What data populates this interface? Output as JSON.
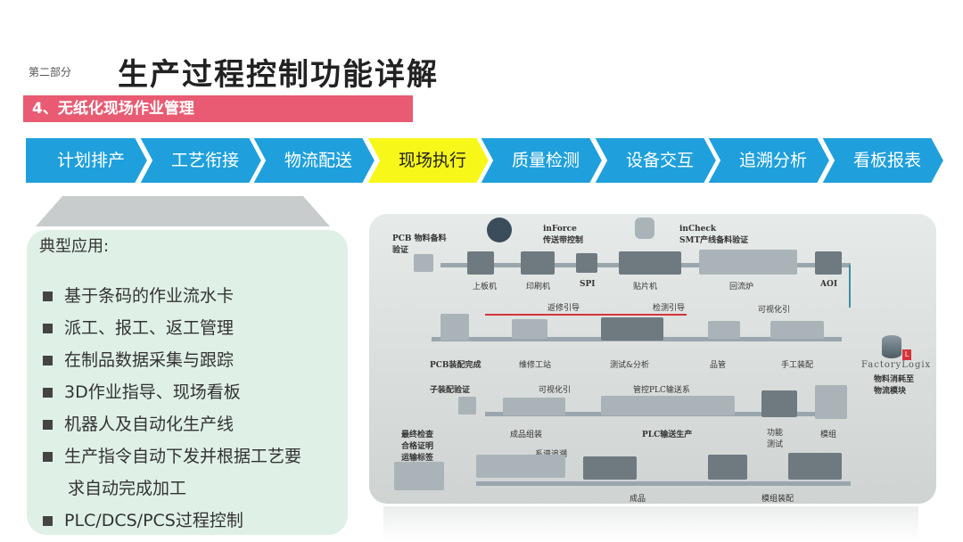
{
  "header": {
    "section": "第二部分",
    "title": "生产过程控制功能详解",
    "subtitle": "4、无纸化现场作业管理"
  },
  "steps": [
    {
      "label": "计划排产",
      "active": false
    },
    {
      "label": "工艺衔接",
      "active": false
    },
    {
      "label": "物流配送",
      "active": false
    },
    {
      "label": "现场执行",
      "active": true
    },
    {
      "label": "质量检测",
      "active": false
    },
    {
      "label": "设备交互",
      "active": false
    },
    {
      "label": "追溯分析",
      "active": false
    },
    {
      "label": "看板报表",
      "active": false
    }
  ],
  "colors": {
    "step_blue": "#1fa0dc",
    "step_active": "#f7f71a",
    "subtitle_bar": "#e85b72",
    "panel_bg": "#dff0e6"
  },
  "panel": {
    "heading": "典型应用:",
    "items": [
      "基于条码的作业流水卡",
      "派工、报工、返工管理",
      "在制品数据采集与跟踪",
      "3D作业指导、现场看板",
      "机器人及自动化生产线",
      "生产指令自动下发并根据工艺要",
      "求自动完成加工",
      "PLC/DCS/PCS过程控制"
    ]
  },
  "diagram": {
    "labels": {
      "pcb_verify": "PCB 物料备料\n验证",
      "inforce": "inForce\n传送带控制",
      "incheck": "inCheck\nSMT产线备料验证",
      "loader": "上板机",
      "printer": "印刷机",
      "spi": "SPI",
      "mounter": "贴片机",
      "reflow": "回流炉",
      "aoi": "AOI",
      "repair_guide": "返修引导",
      "inspect_guide": "检测引导",
      "visual_guide": "可视化引",
      "pcb_done": "PCB装配完成",
      "repair_station": "维修工站",
      "test_analysis": "测试&分析",
      "qc": "品管",
      "manual": "手工装配",
      "factorylogix": "FactoryLogix",
      "material_module": "物料消耗至\n物流模块",
      "sub_verify": "子装配验证",
      "visual_guide2": "可视化引",
      "plc_control": "管控PLC输送系",
      "product_assembly": "成品组装",
      "plc_production": "PLC输送生产",
      "function_test": "功能\n测试",
      "module": "模组",
      "final_check": "最终检查\n合格证明\n运输标签",
      "traceability": "系谱追溯",
      "finished": "成品",
      "module_assembly": "模组装配"
    }
  }
}
